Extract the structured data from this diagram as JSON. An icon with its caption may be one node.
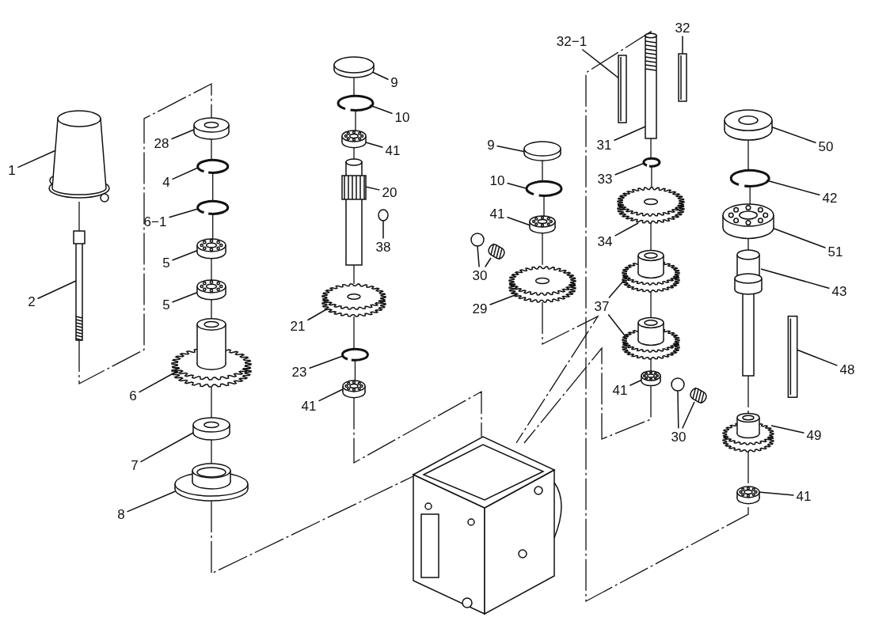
{
  "diagram": {
    "nodes": [
      {
        "text": [
          "1"
        ]
      },
      {
        "text": [
          "2"
        ]
      },
      {
        "text": [
          "28"
        ]
      },
      {
        "text": [
          "4"
        ]
      },
      {
        "text": [
          "6−1"
        ]
      },
      {
        "text": [
          "5"
        ]
      },
      {
        "text": [
          "5"
        ]
      },
      {
        "text": [
          "6"
        ]
      },
      {
        "text": [
          "7"
        ]
      },
      {
        "text": [
          "8"
        ]
      },
      {
        "text": [
          "9"
        ]
      },
      {
        "text": [
          "10"
        ]
      },
      {
        "text": [
          "41"
        ]
      },
      {
        "text": [
          "20"
        ]
      },
      {
        "text": [
          "38"
        ]
      },
      {
        "text": [
          "21"
        ]
      },
      {
        "text": [
          "23"
        ]
      },
      {
        "text": [
          "41"
        ]
      },
      {
        "text": [
          "9"
        ]
      },
      {
        "text": [
          "10"
        ]
      },
      {
        "text": [
          "41"
        ]
      },
      {
        "text": [
          "30"
        ]
      },
      {
        "text": [
          "29"
        ]
      },
      {
        "text": [
          "32−1"
        ]
      },
      {
        "text": [
          "32"
        ]
      },
      {
        "text": [
          "31"
        ]
      },
      {
        "text": [
          "33"
        ]
      },
      {
        "text": [
          "34"
        ]
      },
      {
        "text": [
          "37"
        ]
      },
      {
        "text": [
          "41"
        ]
      },
      {
        "text": [
          "30"
        ]
      },
      {
        "text": [
          "50"
        ]
      },
      {
        "text": [
          "42"
        ]
      },
      {
        "text": [
          "51"
        ]
      },
      {
        "text": [
          "43"
        ]
      },
      {
        "text": [
          "48"
        ]
      },
      {
        "text": [
          "49"
        ]
      },
      {
        "text": [
          "41"
        ]
      },
      {
        "text": [],
        "shape": "cone"
      },
      {
        "text": [],
        "shape": "picture"
      },
      {
        "text": [],
        "shape": "picture"
      },
      {
        "text": [],
        "shape": "picture"
      },
      {
        "text": [],
        "shape": "picture"
      },
      {
        "text": [],
        "shape": "picture"
      },
      {
        "text": [],
        "shape": "picture"
      },
      {
        "text": [],
        "shape": "picture"
      },
      {
        "text": [],
        "shape": "picture"
      },
      {
        "text": [],
        "shape": "picture"
      },
      {
        "text": [],
        "shape": "picture"
      },
      {
        "text": [],
        "shape": "picture"
      },
      {
        "text": [],
        "shape": "picture"
      },
      {
        "text": [],
        "shape": "picture"
      },
      {
        "text": [],
        "shape": "picture"
      },
      {
        "text": [],
        "shape": "picture"
      },
      {
        "text": [],
        "shape": "picture"
      },
      {
        "text": [],
        "shape": "picture"
      },
      {
        "text": [],
        "shape": "picture"
      },
      {
        "text": [],
        "shape": "picture"
      },
      {
        "text": [],
        "shape": "picture"
      },
      {
        "text": [],
        "shape": "circle"
      },
      {
        "text": [],
        "shape": "picture"
      },
      {
        "text": [],
        "shape": "picture"
      },
      {
        "text": [],
        "shape": "picture"
      },
      {
        "text": [],
        "shape": "picture"
      },
      {
        "text": [],
        "shape": "picture"
      },
      {
        "text": [],
        "shape": "picture"
      },
      {
        "text": [],
        "shape": "picture"
      },
      {
        "text": [],
        "shape": "picture"
      },
      {
        "text": [],
        "shape": "picture"
      },
      {
        "text": [],
        "shape": "picture"
      },
      {
        "text": [],
        "shape": "circle"
      },
      {
        "text": [],
        "shape": "picture"
      },
      {
        "text": [],
        "shape": "picture"
      },
      {
        "text": [],
        "shape": "picture"
      },
      {
        "text": [],
        "shape": "picture"
      },
      {
        "text": [],
        "shape": "picture"
      },
      {
        "text": [],
        "shape": "bar"
      },
      {
        "text": [],
        "shape": "picture"
      },
      {
        "text": [],
        "shape": "picture"
      },
      {
        "text": [],
        "shape": "picture"
      }
    ],
    "edges": [
      {
        "from": 0,
        "to": 38,
        "arrow": "none"
      },
      {
        "from": 1,
        "to": 39,
        "arrow": "none"
      },
      {
        "from": 2,
        "to": 40,
        "arrow": "none"
      },
      {
        "from": 3,
        "to": 41,
        "arrow": "none"
      },
      {
        "from": 4,
        "to": 42,
        "arrow": "none"
      },
      {
        "from": 5,
        "to": 43,
        "arrow": "none"
      },
      {
        "from": 6,
        "to": 44,
        "arrow": "none"
      },
      {
        "from": 7,
        "to": 45,
        "arrow": "none"
      },
      {
        "from": 8,
        "to": 46,
        "arrow": "none"
      },
      {
        "from": 9,
        "to": 47,
        "arrow": "none"
      },
      {
        "from": 10,
        "to": 48,
        "arrow": "none"
      },
      {
        "from": 11,
        "to": 49,
        "arrow": "none"
      },
      {
        "from": 12,
        "to": 50,
        "arrow": "none"
      },
      {
        "from": 13,
        "to": 51,
        "arrow": "none"
      },
      {
        "from": 14,
        "to": 52,
        "arrow": "none"
      },
      {
        "from": 15,
        "to": 53,
        "arrow": "none"
      },
      {
        "from": 16,
        "to": 54,
        "arrow": "none"
      },
      {
        "from": 17,
        "to": 55,
        "arrow": "none"
      },
      {
        "from": 18,
        "to": 56,
        "arrow": "none"
      },
      {
        "from": 19,
        "to": 57,
        "arrow": "none"
      },
      {
        "from": 20,
        "to": 58,
        "arrow": "none"
      },
      {
        "from": 21,
        "to": 59,
        "arrow": "none"
      },
      {
        "from": 21,
        "to": 60,
        "arrow": "none"
      },
      {
        "from": 22,
        "to": 61,
        "arrow": "none"
      },
      {
        "from": 23,
        "to": 62,
        "arrow": "none"
      },
      {
        "from": 24,
        "to": 63,
        "arrow": "none"
      },
      {
        "from": 25,
        "to": 64,
        "arrow": "none"
      },
      {
        "from": 26,
        "to": 65,
        "arrow": "none"
      },
      {
        "from": 27,
        "to": 66,
        "arrow": "none"
      },
      {
        "from": 28,
        "to": 67,
        "arrow": "none"
      },
      {
        "from": 28,
        "to": 68,
        "arrow": "none"
      },
      {
        "from": 29,
        "to": 69,
        "arrow": "none"
      },
      {
        "from": 30,
        "to": 70,
        "arrow": "none"
      },
      {
        "from": 30,
        "to": 71,
        "arrow": "none"
      },
      {
        "from": 31,
        "to": 72,
        "arrow": "none"
      },
      {
        "from": 32,
        "to": 73,
        "arrow": "none"
      },
      {
        "from": 33,
        "to": 74,
        "arrow": "none"
      },
      {
        "from": 34,
        "to": 75,
        "arrow": "none"
      },
      {
        "from": 35,
        "to": 76,
        "arrow": "none"
      },
      {
        "from": 36,
        "to": 77,
        "arrow": "none"
      },
      {
        "from": 37,
        "to": 78,
        "arrow": "none"
      },
      {
        "from": 38,
        "to": 39,
        "arrow": "none",
        "style": "dashed"
      },
      {
        "from": 39,
        "to": 40,
        "arrow": "none",
        "style": "dashed"
      },
      {
        "from": 40,
        "to": 41,
        "arrow": "none",
        "style": "dashed"
      },
      {
        "from": 41,
        "to": 42,
        "arrow": "none",
        "style": "dashed"
      },
      {
        "from": 42,
        "to": 43,
        "arrow": "none",
        "style": "dashed"
      },
      {
        "from": 43,
        "to": 44,
        "arrow": "none",
        "style": "dashed"
      },
      {
        "from": 44,
        "to": 45,
        "arrow": "none",
        "style": "dashed"
      },
      {
        "from": 45,
        "to": 46,
        "arrow": "none",
        "style": "dashed"
      },
      {
        "from": 46,
        "to": 47,
        "arrow": "none",
        "style": "dashed"
      },
      {
        "from": 47,
        "to": 79,
        "arrow": "none",
        "style": "dashed"
      },
      {
        "from": 48,
        "to": 49,
        "arrow": "none",
        "style": "dashed"
      },
      {
        "from": 49,
        "to": 50,
        "arrow": "none",
        "style": "dashed"
      },
      {
        "from": 50,
        "to": 51,
        "arrow": "none",
        "style": "dashed"
      },
      {
        "from": 51,
        "to": 53,
        "arrow": "none",
        "style": "dashed"
      },
      {
        "from": 53,
        "to": 54,
        "arrow": "none",
        "style": "dashed"
      },
      {
        "from": 54,
        "to": 55,
        "arrow": "none",
        "style": "dashed"
      },
      {
        "from": 55,
        "to": 79,
        "arrow": "none",
        "style": "dashed"
      },
      {
        "from": 56,
        "to": 57,
        "arrow": "none",
        "style": "dashed"
      },
      {
        "from": 57,
        "to": 58,
        "arrow": "none",
        "style": "dashed"
      },
      {
        "from": 58,
        "to": 61,
        "arrow": "none",
        "style": "dashed"
      },
      {
        "from": 61,
        "to": 79,
        "arrow": "none",
        "style": "dashed"
      },
      {
        "from": 64,
        "to": 78,
        "arrow": "none",
        "style": "dashed"
      },
      {
        "from": 64,
        "to": 65,
        "arrow": "none",
        "style": "dashed"
      },
      {
        "from": 65,
        "to": 66,
        "arrow": "none",
        "style": "dashed"
      },
      {
        "from": 66,
        "to": 67,
        "arrow": "none",
        "style": "dashed"
      },
      {
        "from": 67,
        "to": 68,
        "arrow": "none",
        "style": "dashed"
      },
      {
        "from": 68,
        "to": 69,
        "arrow": "none",
        "style": "dashed"
      },
      {
        "from": 69,
        "to": 79,
        "arrow": "none",
        "style": "dashed"
      },
      {
        "from": 72,
        "to": 73,
        "arrow": "none",
        "style": "dashed"
      },
      {
        "from": 73,
        "to": 74,
        "arrow": "none",
        "style": "dashed"
      },
      {
        "from": 74,
        "to": 75,
        "arrow": "none",
        "style": "dashed"
      },
      {
        "from": 75,
        "to": 77,
        "arrow": "none",
        "style": "dashed"
      },
      {
        "from": 77,
        "to": 78,
        "arrow": "none",
        "style": "dashed"
      }
    ]
  }
}
